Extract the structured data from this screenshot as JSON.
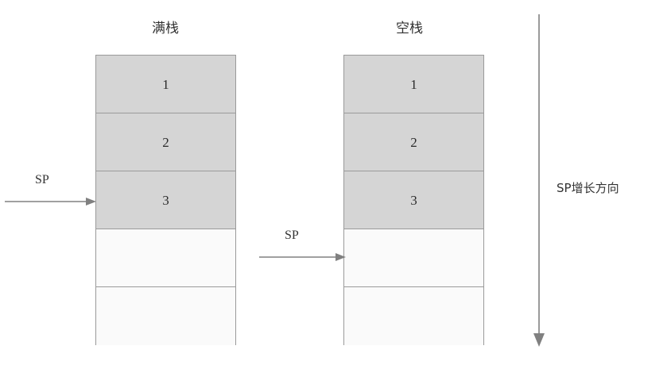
{
  "diagram": {
    "columns": [
      {
        "id": "full-stack",
        "title": "满栈",
        "cells": [
          {
            "value": "1",
            "state": "filled"
          },
          {
            "value": "2",
            "state": "filled"
          },
          {
            "value": "3",
            "state": "filled"
          },
          {
            "value": "",
            "state": "empty"
          },
          {
            "value": "",
            "state": "empty"
          }
        ],
        "pointer": {
          "label": "SP",
          "target_cell_index": 2
        }
      },
      {
        "id": "empty-stack",
        "title": "空栈",
        "cells": [
          {
            "value": "1",
            "state": "filled"
          },
          {
            "value": "2",
            "state": "filled"
          },
          {
            "value": "3",
            "state": "filled"
          },
          {
            "value": "",
            "state": "empty"
          },
          {
            "value": "",
            "state": "empty"
          }
        ],
        "pointer": {
          "label": "SP",
          "target_cell_index": 3
        }
      }
    ],
    "growth_direction": {
      "label": "SP增长方向",
      "direction": "down"
    },
    "colors": {
      "filled_cell": "#d5d5d5",
      "empty_cell": "#fafafa",
      "border": "#9a9a9a",
      "arrow": "#808080",
      "text": "#333333",
      "background": "#ffffff"
    }
  }
}
